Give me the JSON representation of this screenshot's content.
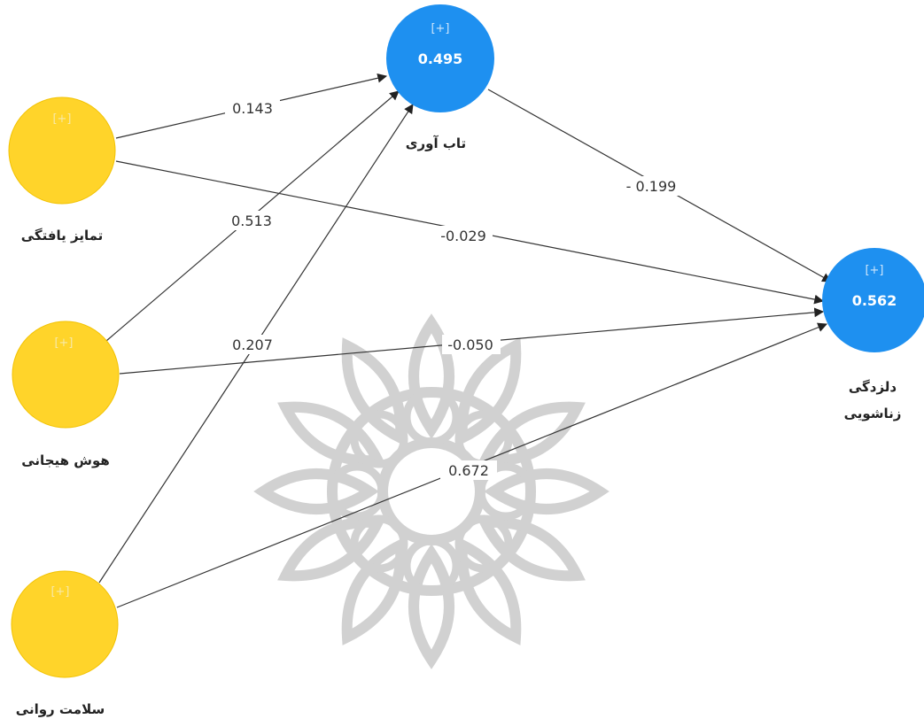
{
  "diagram": {
    "nodes": {
      "differentiation": {
        "label": "تمایز یافتگی",
        "marker": "[+]",
        "color": "#FFD42A"
      },
      "emotional_intelligence": {
        "label": "هوش هیجانی",
        "marker": "[+]",
        "color": "#FFD42A"
      },
      "mental_health": {
        "label": "سلامت روانی",
        "marker": "[+]",
        "color": "#FFD42A"
      },
      "resilience": {
        "label": "تاب آوری",
        "marker": "[+]",
        "value": "0.495",
        "color": "#1E90F0"
      },
      "marital_burnout": {
        "label_line1": "دلزدگی",
        "label_line2": "زناشویی",
        "marker": "[+]",
        "value": "0.562",
        "color": "#1E90F0"
      }
    },
    "paths": {
      "differentiation_to_resilience": "0.143",
      "emotional_to_resilience": "0.513",
      "mental_to_resilience": "0.207",
      "differentiation_to_burnout": "-0.029",
      "emotional_to_burnout": "-0.050",
      "mental_to_burnout": "0.672",
      "resilience_to_burnout": "- 0.199"
    }
  }
}
